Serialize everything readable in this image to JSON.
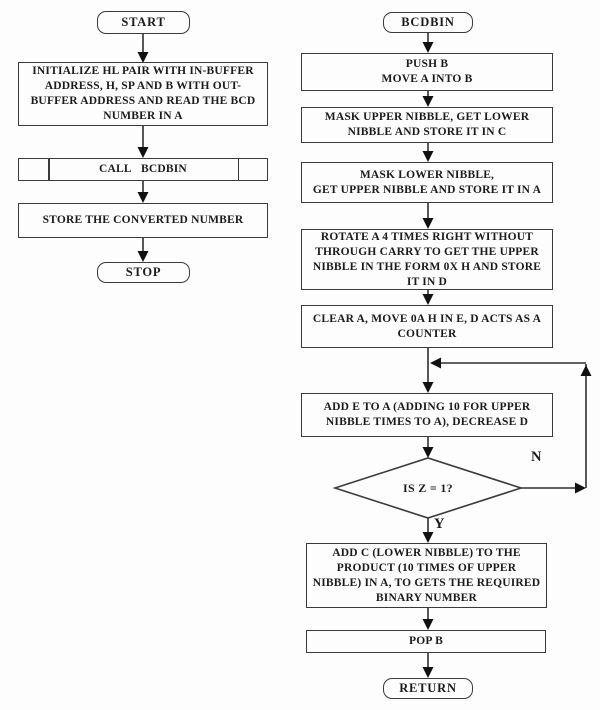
{
  "diagram": {
    "type": "flowchart",
    "left": {
      "nodes": [
        {
          "id": "start",
          "type": "terminator",
          "label": "START"
        },
        {
          "id": "initialize",
          "type": "process",
          "label": "INITIALIZE HL PAIR WITH IN-BUFFER\nADDRESS, H, SP AND B WITH OUT-\nBUFFER ADDRESS AND READ THE BCD\nNUMBER IN A"
        },
        {
          "id": "call-bcdbin",
          "type": "predefined-process",
          "label": "CALL   BCDBIN"
        },
        {
          "id": "store-number",
          "type": "process",
          "label": "STORE THE CONVERTED NUMBER"
        },
        {
          "id": "stop",
          "type": "terminator",
          "label": "STOP"
        }
      ]
    },
    "right": {
      "nodes": [
        {
          "id": "bcdbin",
          "type": "terminator",
          "label": "BCDBIN"
        },
        {
          "id": "push-b",
          "type": "process",
          "label": "PUSH B\nMOVE A INTO B"
        },
        {
          "id": "mask-upper",
          "type": "process",
          "label": "MASK UPPER NIBBLE, GET LOWER\nNIBBLE AND STORE IT IN C"
        },
        {
          "id": "mask-lower",
          "type": "process",
          "label": "MASK LOWER NIBBLE,\nGET UPPER NIBBLE AND STORE IT IN A"
        },
        {
          "id": "rotate",
          "type": "process",
          "label": "ROTATE A 4 TIMES RIGHT WITHOUT\nTHROUGH CARRY TO GET THE UPPER\nNIBBLE IN THE FORM 0X H AND STORE\nIT IN D"
        },
        {
          "id": "clear-a",
          "type": "process",
          "label": "CLEAR A, MOVE 0A H IN E, D ACTS AS A\nCOUNTER"
        },
        {
          "id": "add-e",
          "type": "process",
          "label": "ADD E TO A (ADDING 10 FOR UPPER\nNIBBLE TIMES TO A), DECREASE D"
        },
        {
          "id": "is-z-1",
          "type": "decision",
          "label": "IS Z = 1?"
        },
        {
          "id": "add-c",
          "type": "process",
          "label": "ADD C (LOWER NIBBLE) TO THE\nPRODUCT (10 TIMES OF UPPER\nNIBBLE) IN A, TO GETS THE REQUIRED\nBINARY NUMBER"
        },
        {
          "id": "pop-b",
          "type": "process",
          "label": "POP B"
        },
        {
          "id": "return",
          "type": "terminator",
          "label": "RETURN"
        }
      ],
      "branch_labels": {
        "no": "N",
        "yes": "Y"
      }
    },
    "colors": {
      "background": "#fdfdfd",
      "box_border": "#3a3a3a",
      "text": "#1b1b1b",
      "arrow": "#111111"
    }
  }
}
